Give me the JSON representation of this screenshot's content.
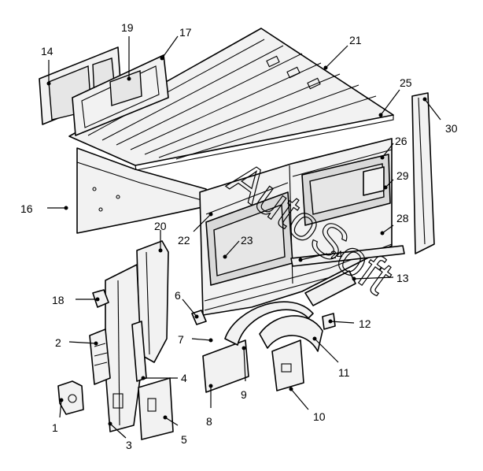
{
  "diagram": {
    "watermark": "AutoSoft",
    "callouts": [
      "1",
      "2",
      "3",
      "4",
      "5",
      "7",
      "6",
      "8",
      "9",
      "10",
      "11",
      "12",
      "13",
      "14",
      "16",
      "17",
      "18",
      "19",
      "20",
      "21",
      "22",
      "23",
      "24",
      "25",
      "26",
      "28",
      "29",
      "30"
    ]
  }
}
